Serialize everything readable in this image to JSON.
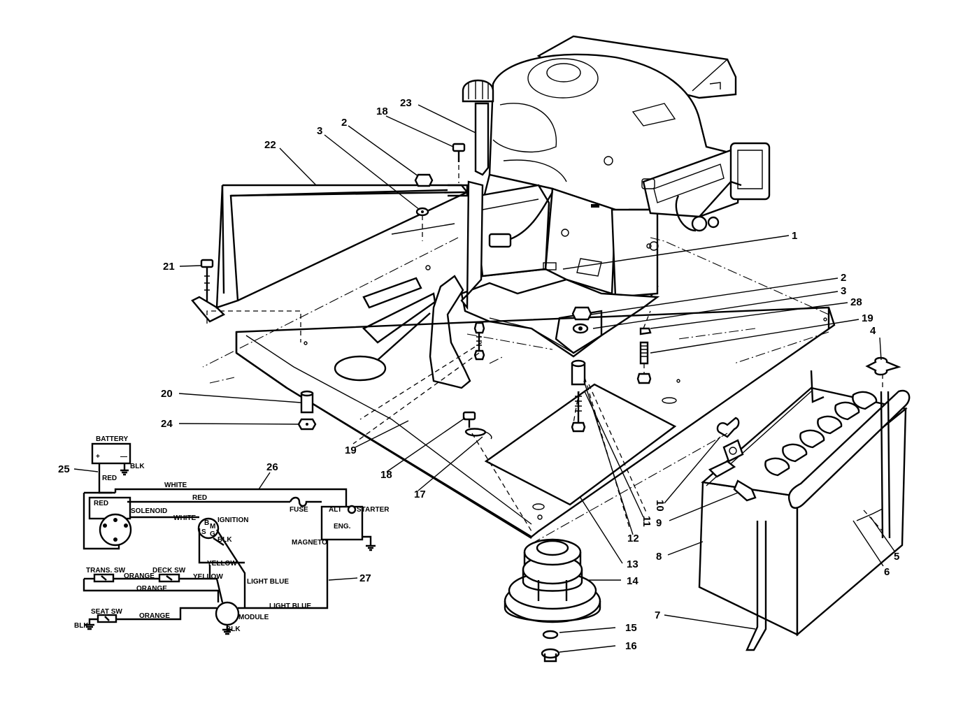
{
  "callouts": [
    "1",
    "2",
    "3",
    "28",
    "19",
    "4",
    "5",
    "6",
    "7",
    "8",
    "9",
    "10",
    "11",
    "12",
    "13",
    "14",
    "15",
    "16",
    "17",
    "18",
    "19",
    "20",
    "24",
    "21",
    "22",
    "3",
    "2",
    "18",
    "23",
    "25",
    "26",
    "27"
  ],
  "wiring": {
    "battery": "BATTERY",
    "plus": "+",
    "minus": "—",
    "blk_battery": "BLK",
    "red_batt": "RED",
    "white_top": "WHITE",
    "red_top": "RED",
    "red_solenoid": "RED",
    "solenoid": "SOLENOID",
    "white_ign": "WHITE",
    "ignition": "IGNITION",
    "fuse": "FUSE",
    "alt": "ALT",
    "starter": "STARTER",
    "eng": "ENG.",
    "magneto": "MAGNETO",
    "ign_b": "B",
    "ign_m": "M",
    "ign_s": "S",
    "ign_g": "G",
    "blk_ign": "BLK",
    "yellow1": "YELLOW",
    "yellow2": "YELLOW",
    "light_blue1": "LIGHT BLUE",
    "light_blue2": "LIGHT BLUE",
    "trans_sw": "TRANS. SW",
    "deck_sw": "DECK SW",
    "orange1": "ORANGE",
    "orange2": "ORANGE",
    "orange3": "ORANGE",
    "seat_sw": "SEAT SW",
    "blk_seat": "BLK",
    "module": "MODULE",
    "blk_module": "BLK"
  }
}
